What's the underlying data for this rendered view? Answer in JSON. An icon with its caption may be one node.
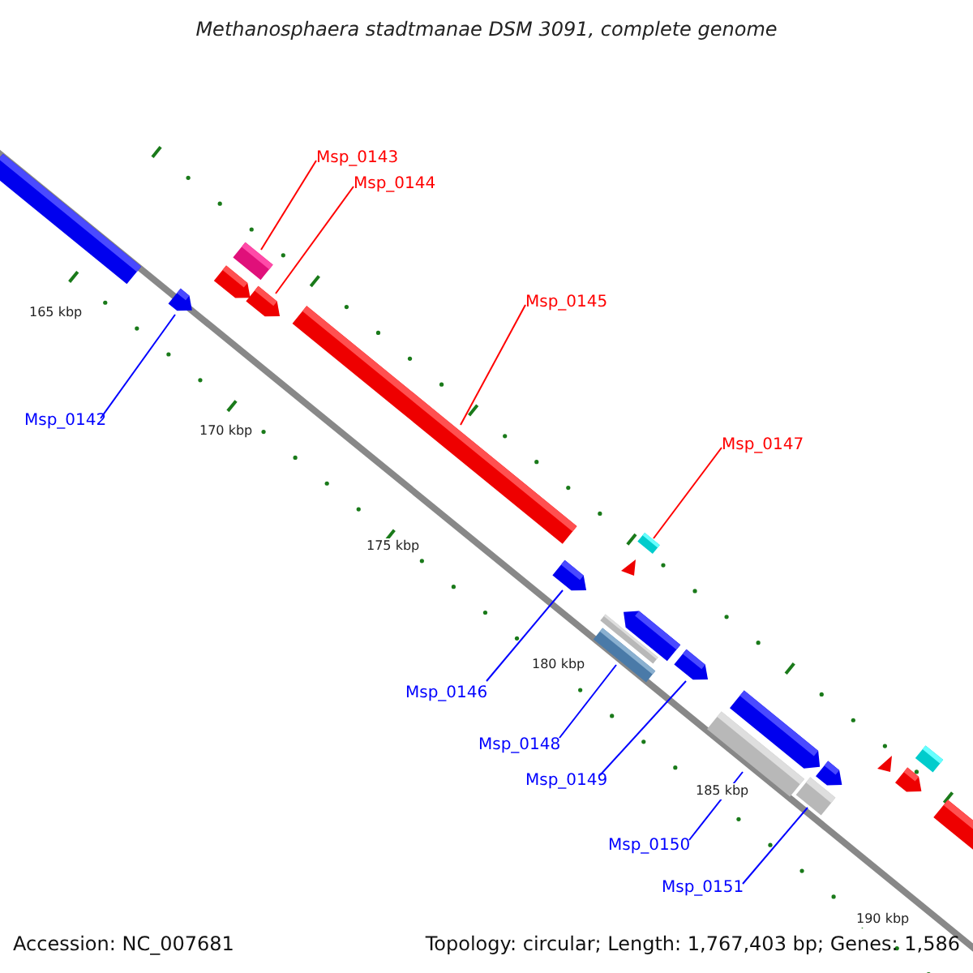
{
  "diagram": {
    "title": "Methanosphaera stadtmanae DSM 3091, complete genome",
    "nodes": [
      {
        "text": [
          "Msp_0143"
        ]
      },
      {
        "text": [
          "Msp_0144"
        ]
      },
      {
        "text": [
          "Msp_0145"
        ]
      },
      {
        "text": [
          "Msp_0142"
        ]
      },
      {
        "text": [
          "Msp_0147"
        ]
      },
      {
        "text": [
          "Msp_0146"
        ]
      },
      {
        "text": [
          "Msp_0148"
        ]
      },
      {
        "text": [
          "Msp_0149"
        ]
      },
      {
        "text": [
          "Msp_0150"
        ]
      },
      {
        "text": [
          "Msp_0151"
        ]
      },
      {
        "text": [],
        "shape": "bar"
      },
      {
        "text": [],
        "shape": "bar"
      },
      {
        "text": [],
        "shape": "bar"
      },
      {
        "text": [],
        "shape": "bar"
      },
      {
        "text": [],
        "shape": "bar"
      },
      {
        "text": [],
        "shape": "bar"
      },
      {
        "text": [],
        "shape": "bar"
      },
      {
        "text": [],
        "shape": "bar"
      },
      {
        "text": [],
        "shape": "bar"
      },
      {
        "text": [],
        "shape": "triangle"
      },
      {
        "text": [],
        "shape": "bar"
      },
      {
        "text": [],
        "shape": "bar"
      },
      {
        "text": [],
        "shape": "bar"
      },
      {
        "text": [],
        "shape": "bar"
      },
      {
        "text": [],
        "shape": "bar"
      },
      {
        "text": [],
        "shape": "bar"
      },
      {
        "text": [],
        "shape": "bar"
      },
      {
        "text": [],
        "shape": "triangle"
      },
      {
        "text": [],
        "shape": "bar"
      },
      {
        "text": [],
        "shape": "bar"
      },
      {
        "text": [],
        "shape": "bar"
      }
    ],
    "edges": [
      {
        "from": 0,
        "to": 13,
        "arrow": "none",
        "color": "#ff0000"
      },
      {
        "from": 1,
        "to": 14,
        "arrow": "none",
        "color": "#ff0000"
      },
      {
        "from": 2,
        "to": 15,
        "arrow": "none",
        "color": "#ff0000"
      },
      {
        "from": 3,
        "to": 11,
        "arrow": "none"
      },
      {
        "from": 4,
        "to": 21,
        "arrow": "none",
        "color": "#ff0000"
      },
      {
        "from": 5,
        "to": 16,
        "arrow": "none"
      },
      {
        "from": 6,
        "to": 17,
        "arrow": "none"
      },
      {
        "from": 7,
        "to": 22,
        "arrow": "none"
      },
      {
        "from": 8,
        "to": 23,
        "arrow": "none"
      },
      {
        "from": 9,
        "to": 25,
        "arrow": "none"
      }
    ],
    "labels": [
      "165 kbp",
      "170 kbp",
      "175 kbp",
      "180 kbp",
      "185 kbp",
      "190 kbp",
      "Accession: NC_007681",
      "Topology: circular; Length: 1,767,403 bp; Genes: 1,586"
    ]
  }
}
